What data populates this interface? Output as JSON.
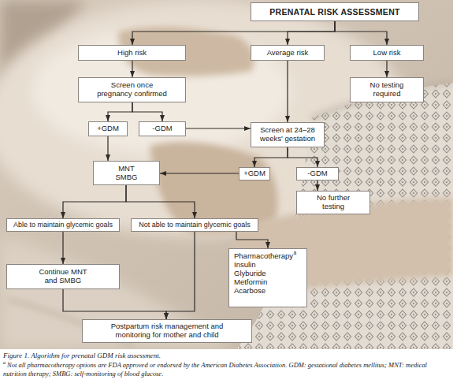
{
  "diagram": {
    "caption": "Figure 1. Algorithm for prenatal GDM risk assessment.",
    "nodes": [
      {
        "text": [
          "PRENATAL RISK ASSESSMENT"
        ]
      },
      {
        "text": [
          "High risk"
        ]
      },
      {
        "text": [
          "Average risk"
        ]
      },
      {
        "text": [
          "Low risk"
        ]
      },
      {
        "text": [
          "Screen once pregnancy confirmed"
        ]
      },
      {
        "text": [
          "No testing required"
        ]
      },
      {
        "text": [
          "+GDM"
        ]
      },
      {
        "text": [
          "-GDM"
        ]
      },
      {
        "text": [
          "Screen at 24–28 weeks' gestation"
        ]
      },
      {
        "text": [
          "MNT SMBG"
        ]
      },
      {
        "text": [
          "+GDM"
        ]
      },
      {
        "text": [
          "-GDM"
        ]
      },
      {
        "text": [
          "No further testing"
        ]
      },
      {
        "text": [
          "Able to maintain glycemic goals"
        ]
      },
      {
        "text": [
          "Not able to maintain glycemic goals"
        ]
      },
      {
        "text": [
          "Pharmacotherapy",
          "Insulin Glyburide Metformin Acarbose"
        ]
      },
      {
        "text": [
          "Continue MNT and SMBG"
        ]
      },
      {
        "text": [
          "Postpartum risk management and monitoring for mother and child"
        ]
      }
    ],
    "edges": [
      {
        "from": 0,
        "to": 1,
        "arrow": "to"
      },
      {
        "from": 0,
        "to": 2,
        "arrow": "to"
      },
      {
        "from": 0,
        "to": 3,
        "arrow": "to"
      },
      {
        "from": 1,
        "to": 4,
        "arrow": "to"
      },
      {
        "from": 3,
        "to": 5,
        "arrow": "to"
      },
      {
        "from": 2,
        "to": 8,
        "arrow": "to"
      },
      {
        "from": 4,
        "to": 6,
        "arrow": "to"
      },
      {
        "from": 4,
        "to": 7,
        "arrow": "to"
      },
      {
        "from": 6,
        "to": 9,
        "arrow": "to"
      },
      {
        "from": 7,
        "to": 8,
        "arrow": "to"
      },
      {
        "from": 8,
        "to": 10,
        "arrow": "to"
      },
      {
        "from": 8,
        "to": 11,
        "arrow": "to"
      },
      {
        "from": 10,
        "to": 9,
        "arrow": "to"
      },
      {
        "from": 11,
        "to": 12,
        "arrow": "to"
      },
      {
        "from": 9,
        "to": 13,
        "arrow": "to"
      },
      {
        "from": 9,
        "to": 14,
        "arrow": "to"
      },
      {
        "from": 13,
        "to": 16,
        "arrow": "to"
      },
      {
        "from": 14,
        "to": 15,
        "arrow": "to"
      },
      {
        "from": 16,
        "to": 17,
        "arrow": "to"
      },
      {
        "from": 14,
        "to": 17,
        "arrow": "to"
      }
    ],
    "labels": [
      "a",
      "a",
      "Not all pharmacotherapy options are FDA approved or endorsed by the American Diabetes Association. GDM: gestational diabetes mellitus; MNT: medical nutrition therapy; SMBG: self-monitoring of blood glucose."
    ]
  }
}
